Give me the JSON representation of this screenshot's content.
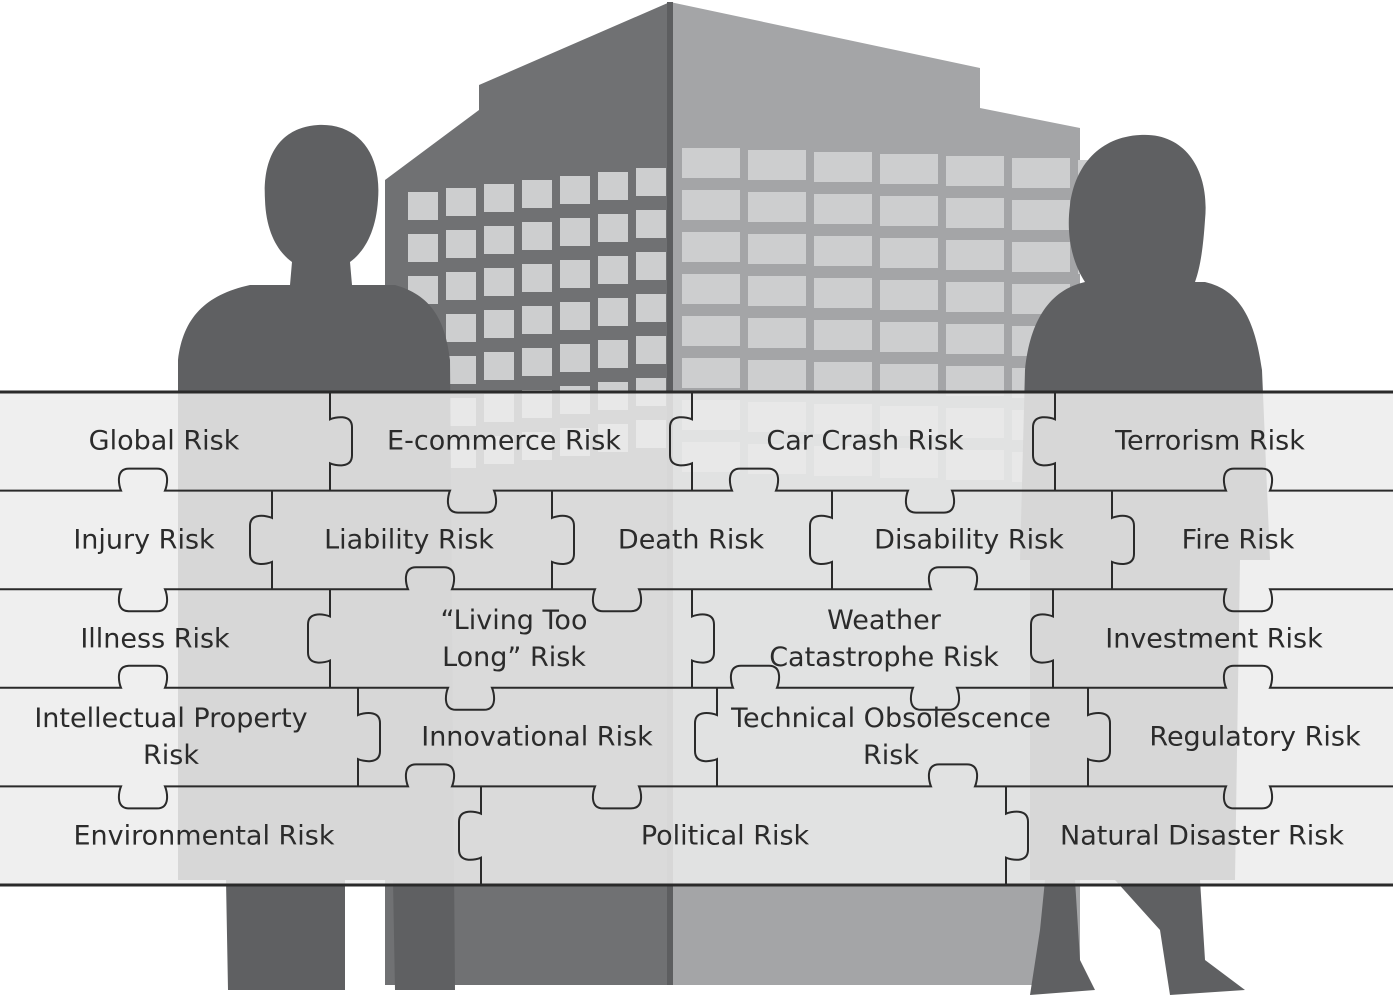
{
  "colors": {
    "building_dark": "#707173",
    "building_light": "#a4a5a7",
    "windows": "#cdcecf",
    "silhouette": "#5f6062",
    "band_fill": "#ececec",
    "band_opacity": 0.85,
    "seams": "#2a2a2a",
    "text": "#2b2b2b"
  },
  "puzzle": {
    "rows": [
      {
        "pieces": [
          {
            "id": "global",
            "lines": [
              "Global Risk"
            ]
          },
          {
            "id": "ecommerce",
            "lines": [
              "E-commerce Risk"
            ]
          },
          {
            "id": "car-crash",
            "lines": [
              "Car Crash Risk"
            ]
          },
          {
            "id": "terrorism",
            "lines": [
              "Terrorism Risk"
            ]
          }
        ]
      },
      {
        "pieces": [
          {
            "id": "injury",
            "lines": [
              "Injury Risk"
            ]
          },
          {
            "id": "liability",
            "lines": [
              "Liability Risk"
            ]
          },
          {
            "id": "death",
            "lines": [
              "Death Risk"
            ]
          },
          {
            "id": "disability",
            "lines": [
              "Disability Risk"
            ]
          },
          {
            "id": "fire",
            "lines": [
              "Fire Risk"
            ]
          }
        ]
      },
      {
        "pieces": [
          {
            "id": "illness",
            "lines": [
              "Illness Risk"
            ]
          },
          {
            "id": "living-too-long",
            "lines": [
              "“Living Too",
              "Long” Risk"
            ]
          },
          {
            "id": "weather-catastrophe",
            "lines": [
              "Weather",
              "Catastrophe Risk"
            ]
          },
          {
            "id": "investment",
            "lines": [
              "Investment Risk"
            ]
          }
        ]
      },
      {
        "pieces": [
          {
            "id": "intellectual-property",
            "lines": [
              "Intellectual Property",
              "Risk"
            ]
          },
          {
            "id": "innovational",
            "lines": [
              "Innovational Risk"
            ]
          },
          {
            "id": "technical-obsolescence",
            "lines": [
              "Technical Obsolescence",
              "Risk"
            ]
          },
          {
            "id": "regulatory",
            "lines": [
              "Regulatory Risk"
            ]
          }
        ]
      },
      {
        "pieces": [
          {
            "id": "environmental",
            "lines": [
              "Environmental Risk"
            ]
          },
          {
            "id": "political",
            "lines": [
              "Political Risk"
            ]
          },
          {
            "id": "natural-disaster",
            "lines": [
              "Natural Disaster Risk"
            ]
          }
        ]
      }
    ]
  }
}
